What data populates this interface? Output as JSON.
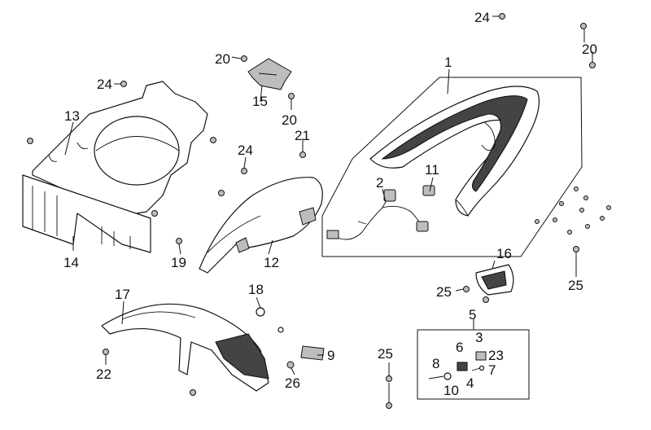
{
  "callouts": {
    "c1": "1",
    "c2": "2",
    "c3": "3",
    "c4": "4",
    "c5": "5",
    "c6": "6",
    "c7": "7",
    "c8": "8",
    "c9": "9",
    "c10": "10",
    "c11": "11",
    "c12": "12",
    "c13": "13",
    "c14": "14",
    "c15": "15",
    "c16": "16",
    "c17": "17",
    "c18": "18",
    "c19": "19",
    "c20a": "20",
    "c20b": "20",
    "c20c": "20",
    "c21": "21",
    "c22": "22",
    "c23": "23",
    "c24a": "24",
    "c24b": "24",
    "c24c": "24",
    "c25a": "25",
    "c25b": "25",
    "c25c": "25",
    "c26": "26"
  },
  "colors": {
    "line": "#111111",
    "shade": "#444444",
    "mid": "#bdbdbd",
    "background": "#ffffff"
  }
}
